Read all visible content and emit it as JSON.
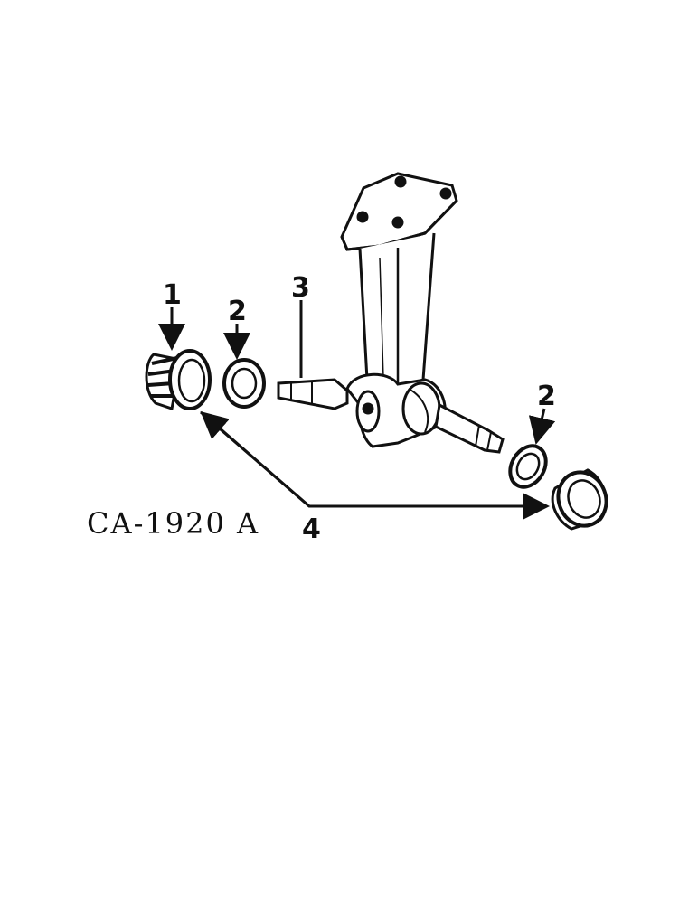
{
  "figure": {
    "id": "CA-1920 A"
  },
  "callouts": {
    "c1": "1",
    "c2_left": "2",
    "c3": "3",
    "c2_right": "2",
    "c4": "4"
  },
  "colors": {
    "ink": "#111111",
    "paper": "#ffffff"
  }
}
